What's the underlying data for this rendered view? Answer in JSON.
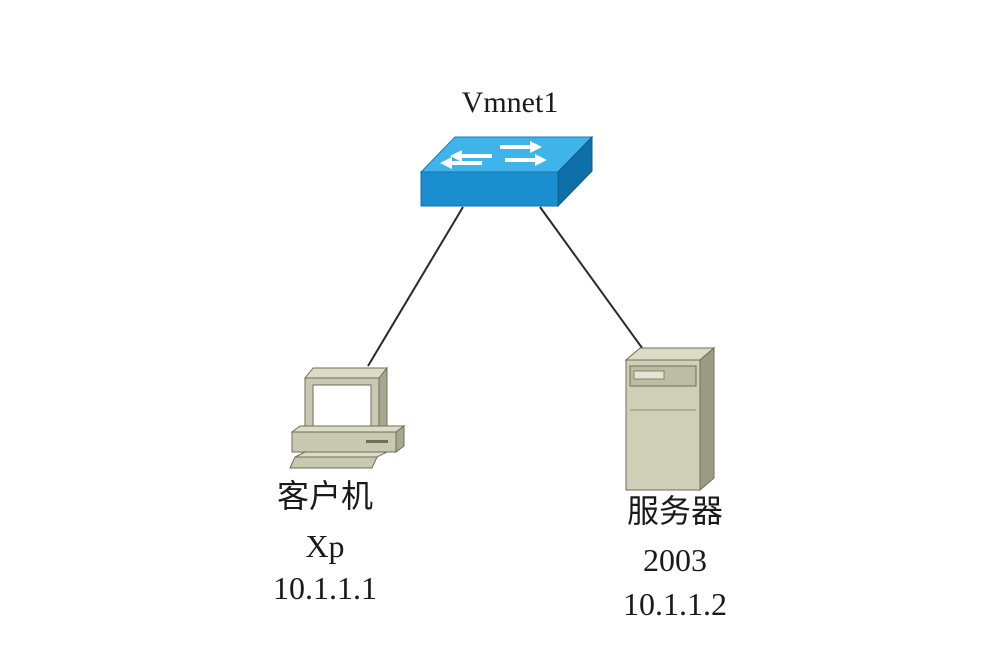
{
  "switch": {
    "name": "Vmnet1",
    "icon": "network-switch-icon",
    "color": "#1e9ad6"
  },
  "client": {
    "name": "客户机",
    "os": "Xp",
    "ip": "10.1.1.1",
    "icon": "desktop-computer-icon"
  },
  "server": {
    "name": "服务器",
    "os": "2003",
    "ip": "10.1.1.2",
    "icon": "tower-server-icon"
  },
  "links": [
    {
      "from": "switch",
      "to": "client"
    },
    {
      "from": "switch",
      "to": "server"
    }
  ]
}
